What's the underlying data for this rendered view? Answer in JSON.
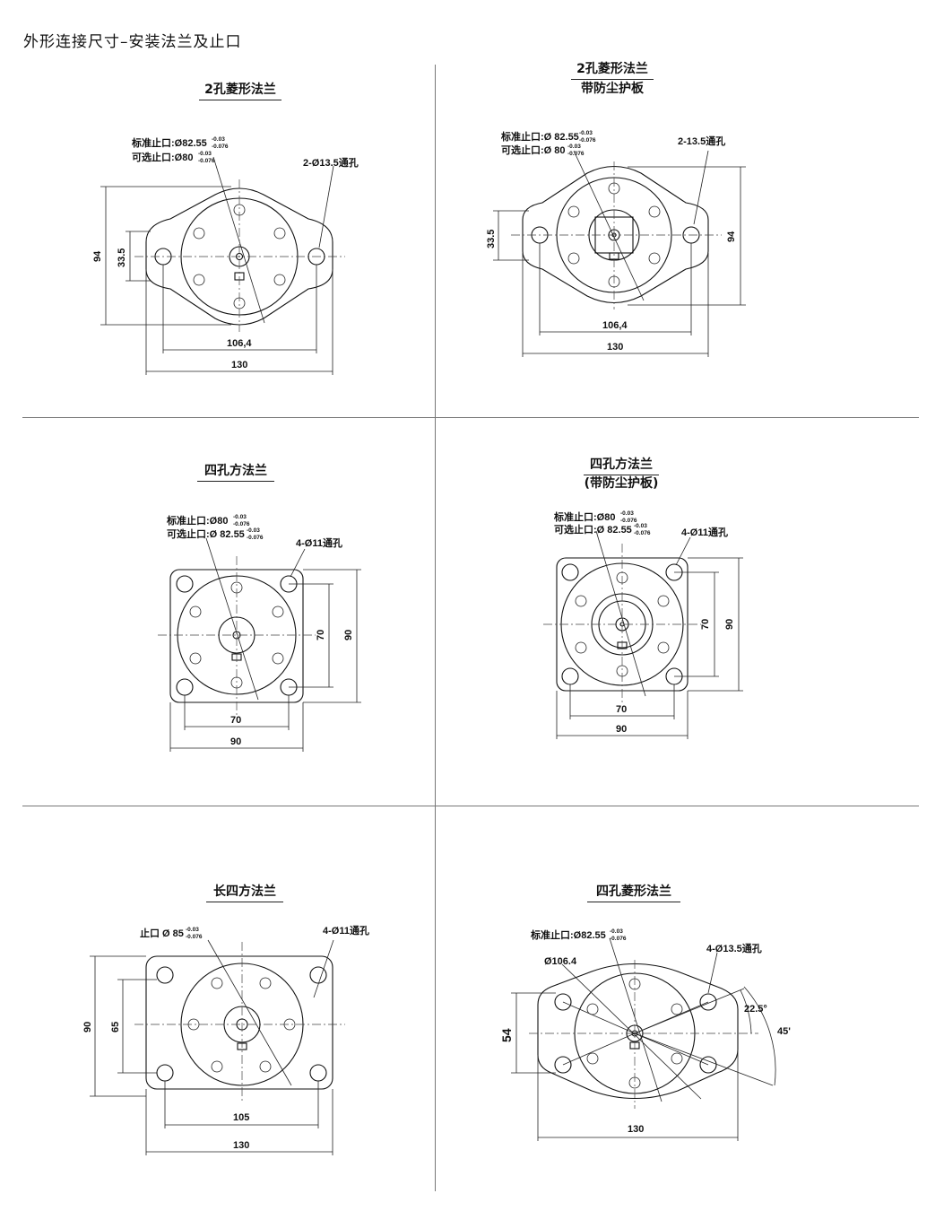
{
  "page_title": "外形连接尺寸–安装法兰及止口",
  "panels": {
    "p1": {
      "title": "2孔菱形法兰",
      "pilot_std": "标准止口:Ø82.55",
      "pilot_std_tol_upper": "-0.03",
      "pilot_std_tol_lower": "-0.076",
      "pilot_opt": "可选止口:Ø80",
      "pilot_opt_tol_upper": "-0.03",
      "pilot_opt_tol_lower": "-0.076",
      "holes": "2-Ø13.5通孔",
      "dim_height": "94",
      "dim_inner_height": "33.5",
      "dim_hole_span": "106,4",
      "dim_width": "130"
    },
    "p2": {
      "title": "2孔菱形法兰",
      "subtitle": "带防尘护板",
      "pilot_std": "标准止口:Ø 82.55",
      "pilot_std_tol_upper": "-0.03",
      "pilot_std_tol_lower": "-0.076",
      "pilot_opt": "可选止口:Ø 80",
      "pilot_opt_tol_upper": "-0.03",
      "pilot_opt_tol_lower": "-0.076",
      "holes": "2-13.5通孔",
      "dim_height": "94",
      "dim_inner_height": "33.5",
      "dim_hole_span": "106,4",
      "dim_width": "130"
    },
    "p3": {
      "title": "四孔方法兰",
      "pilot_std": "标准止口:Ø80",
      "pilot_std_tol_upper": "-0.03",
      "pilot_std_tol_lower": "-0.076",
      "pilot_opt": "可选止口:Ø 82.55",
      "pilot_opt_tol_upper": "-0.03",
      "pilot_opt_tol_lower": "-0.076",
      "holes": "4-Ø11通孔",
      "dim_inner_v": "70",
      "dim_outer_v": "90",
      "dim_inner_h": "70",
      "dim_outer_h": "90"
    },
    "p4": {
      "title": "四孔方法兰",
      "subtitle": "(带防尘护板)",
      "pilot_std": "标准止口:Ø80",
      "pilot_std_tol_upper": "-0.03",
      "pilot_std_tol_lower": "-0.076",
      "pilot_opt": "可选止口:Ø 82.55",
      "pilot_opt_tol_upper": "-0.03",
      "pilot_opt_tol_lower": "-0.076",
      "holes": "4-Ø11通孔",
      "dim_inner_v": "70",
      "dim_outer_v": "90",
      "dim_inner_h": "70",
      "dim_outer_h": "90"
    },
    "p5": {
      "title": "长四方法兰",
      "pilot": "止口 Ø 85",
      "pilot_tol_upper": "-0.03",
      "pilot_tol_lower": "-0.076",
      "holes": "4-Ø11通孔",
      "dim_outer_v": "90",
      "dim_inner_v": "65",
      "dim_inner_h": "105",
      "dim_outer_h": "130"
    },
    "p6": {
      "title": "四孔菱形法兰",
      "pilot_std": "标准止口:Ø82.55",
      "pilot_std_tol_upper": "-0.03",
      "pilot_std_tol_lower": "-0.076",
      "bolt_circle": "Ø106.4",
      "holes": "4-Ø13.5通孔",
      "angle_small": "22.5°",
      "angle_large": "45'",
      "dim_height": "54",
      "dim_width": "130"
    }
  }
}
